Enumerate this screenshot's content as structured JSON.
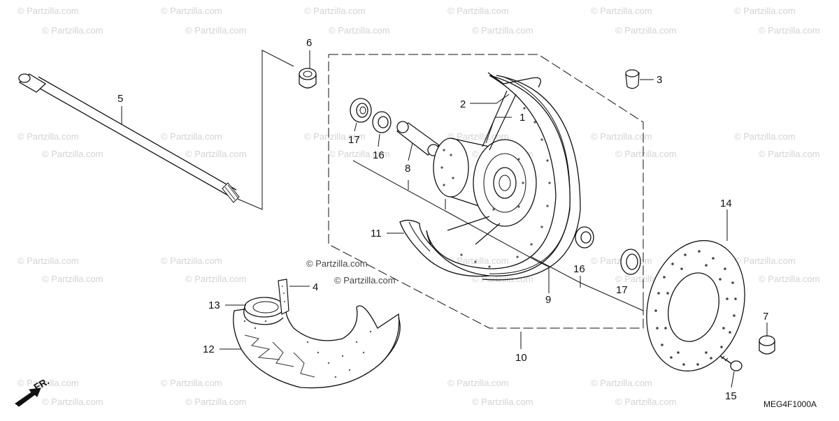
{
  "diagram": {
    "callouts": [
      "1",
      "2",
      "3",
      "4",
      "5",
      "6",
      "7",
      "8",
      "9",
      "10",
      "11",
      "12",
      "13",
      "14",
      "15",
      "16",
      "16",
      "17",
      "17"
    ],
    "diagram_code": "MEG4F1000A",
    "copyright": "© Partzilla.com",
    "watermark": "© Partzilla.com",
    "front_marker": "FR."
  },
  "colors": {
    "line": "#111111",
    "watermark": "#d3d3d3",
    "fill": "#ffffff"
  }
}
